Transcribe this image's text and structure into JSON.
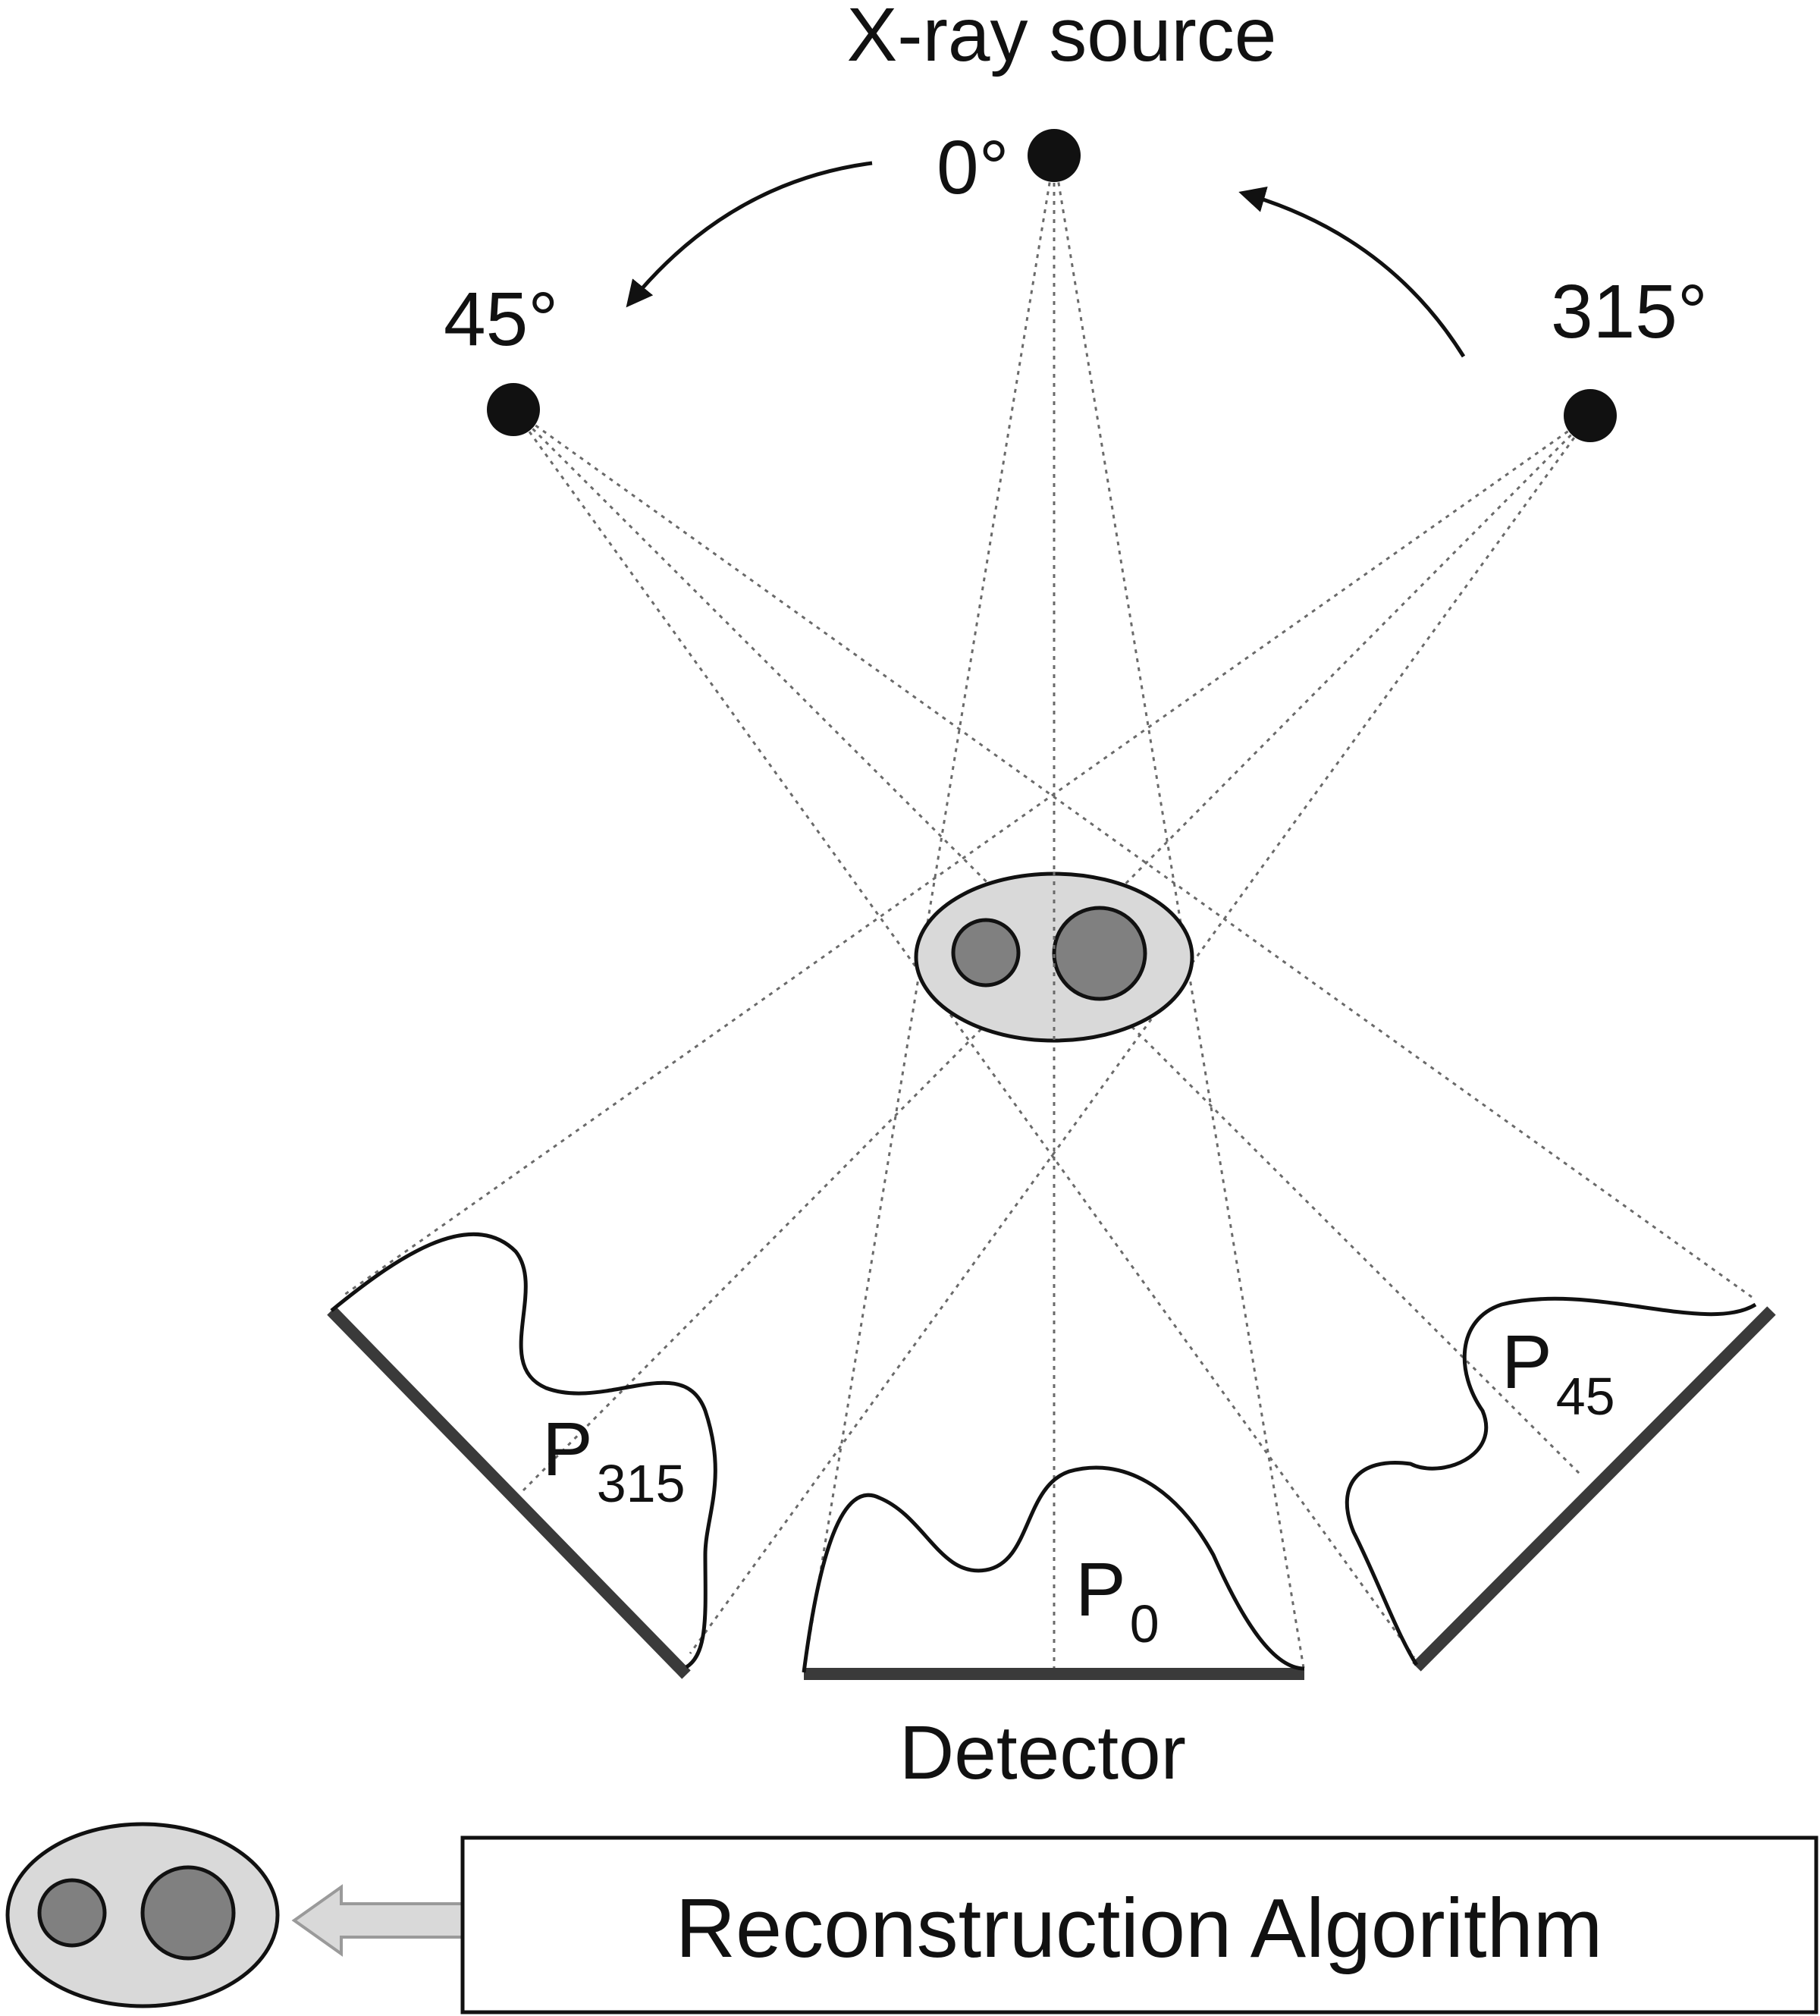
{
  "source": {
    "title": "X-ray source",
    "angle_0": "0°",
    "angle_45": "45°",
    "angle_315": "315°"
  },
  "projections": {
    "p0_main": "P",
    "p0_sub": "0",
    "p45_main": "P",
    "p45_sub": "45",
    "p315_main": "P",
    "p315_sub": "315"
  },
  "detector_label": "Detector",
  "algorithm_label": "Reconstruction Algorithm",
  "colors": {
    "object_fill": "#d9d9d9",
    "inner_fill": "#808080",
    "detector": "#3a3a3a",
    "ray": "#6a6a6a",
    "arrow_fill": "#d9d9d9"
  }
}
